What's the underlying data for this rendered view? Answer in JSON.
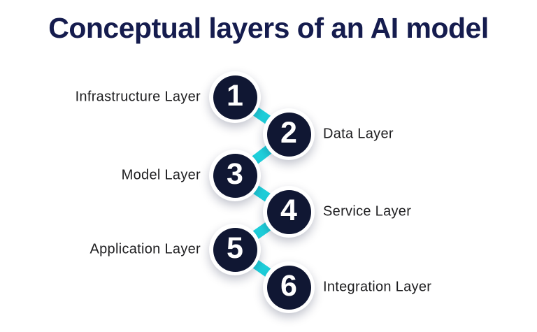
{
  "title": "Conceptual layers of an AI model",
  "colors": {
    "background": "#ffffff",
    "title": "#151c4e",
    "node_fill": "#101733",
    "node_number": "#ffffff",
    "node_ring": "#ffffff",
    "connector": "#1fd3de",
    "label": "#1d1d1f"
  },
  "diagram": {
    "type": "zigzag-numbered-steps",
    "nodes": [
      {
        "number": "1",
        "label": "Infrastructure Layer",
        "side": "left"
      },
      {
        "number": "2",
        "label": "Data Layer",
        "side": "right"
      },
      {
        "number": "3",
        "label": "Model Layer",
        "side": "left"
      },
      {
        "number": "4",
        "label": "Service Layer",
        "side": "right"
      },
      {
        "number": "5",
        "label": "Application Layer",
        "side": "left"
      },
      {
        "number": "6",
        "label": "Integration Layer",
        "side": "right"
      }
    ]
  }
}
